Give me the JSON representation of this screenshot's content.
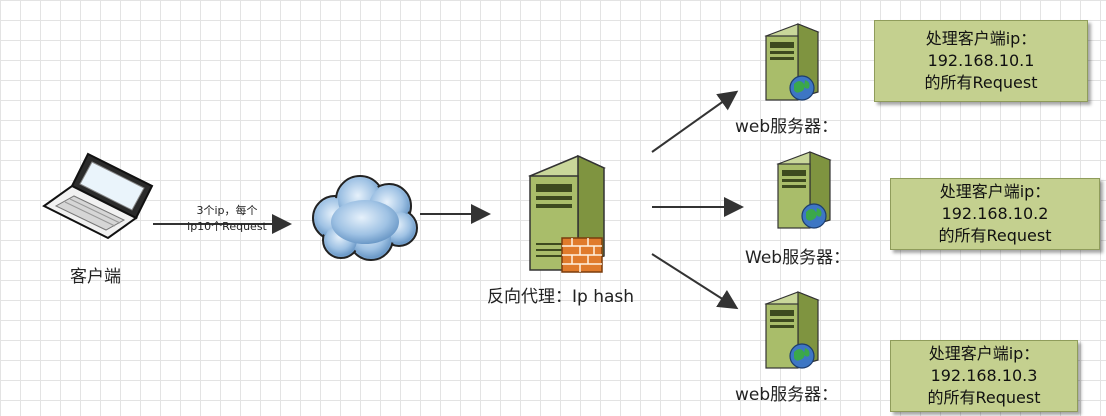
{
  "client": {
    "label": "客户端"
  },
  "arrow_label": {
    "line1": "3个ip，每个",
    "line2": "ip10个Request"
  },
  "proxy": {
    "label": "反向代理：Ip hash"
  },
  "servers": [
    {
      "label": "web服务器："
    },
    {
      "label": "Web服务器："
    },
    {
      "label": "web服务器："
    }
  ],
  "notes": [
    {
      "line1": "处理客户端ip：",
      "line2": "192.168.10.1",
      "line3": "的所有Request"
    },
    {
      "line1": "处理客户端ip：",
      "line2": "192.168.10.2",
      "line3": "的所有Request"
    },
    {
      "line1": "处理客户端ip：",
      "line2": "192.168.10.3",
      "line3": "的所有Request"
    }
  ],
  "colors": {
    "note_fill": "#c4d08f",
    "server_body": "#a9bd6a",
    "arrow": "#333333",
    "cloud": "#8fb4d9"
  }
}
